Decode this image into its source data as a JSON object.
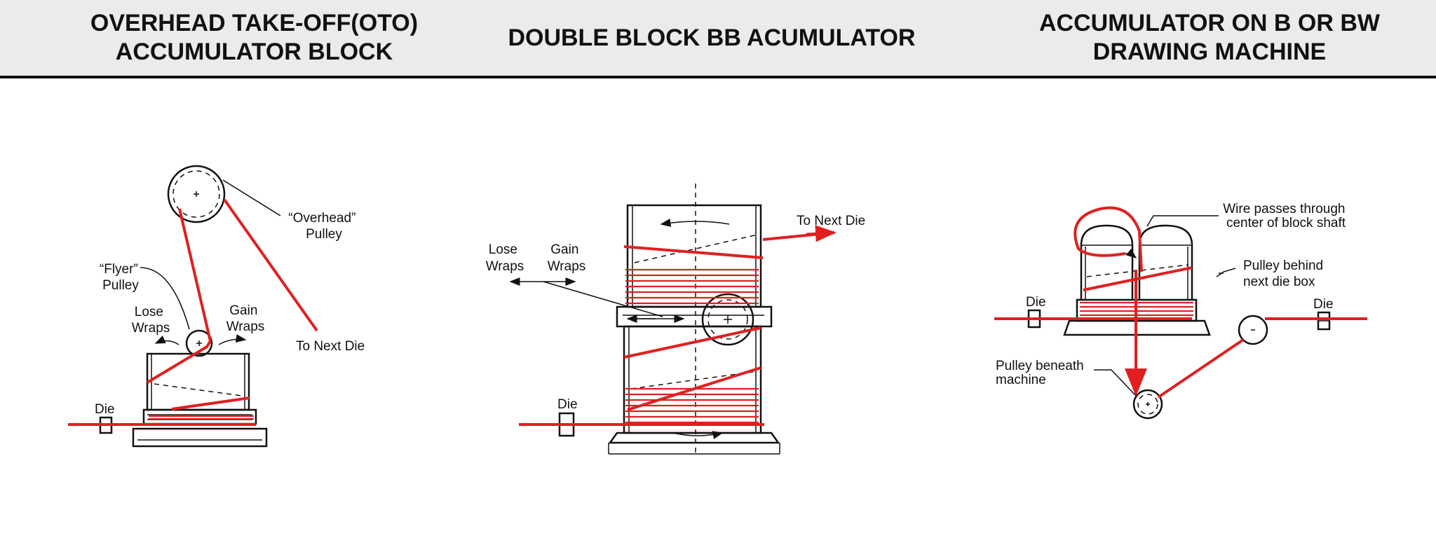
{
  "headers": {
    "col1": "OVERHEAD TAKE-OFF(OTO)\nACCUMULATOR BLOCK",
    "col2": "DOUBLE BLOCK BB ACUMULATOR",
    "col3": "ACCUMULATOR ON B OR BW\nDRAWING MACHINE"
  },
  "diagram1": {
    "overhead_pulley": [
      "“Overhead”",
      "Pulley"
    ],
    "flyer_pulley": [
      "“Flyer”",
      "Pulley"
    ],
    "lose_wraps": [
      "Lose",
      "Wraps"
    ],
    "gain_wraps": [
      "Gain",
      "Wraps"
    ],
    "to_next_die": "To Next Die",
    "die": "Die"
  },
  "diagram2": {
    "lose_wraps": [
      "Lose",
      "Wraps"
    ],
    "gain_wraps": [
      "Gain",
      "Wraps"
    ],
    "to_next_die": "To Next Die",
    "die": "Die"
  },
  "diagram3": {
    "wire_passes": [
      "Wire passes through",
      "center of block shaft"
    ],
    "pulley_behind": [
      "Pulley behind",
      "next die box"
    ],
    "pulley_beneath": [
      "Pulley beneath",
      "machine"
    ],
    "die_left": "Die",
    "die_right": "Die"
  },
  "colors": {
    "wire": "#e02020",
    "header_bg": "#ebebeb",
    "ink": "#111111"
  }
}
